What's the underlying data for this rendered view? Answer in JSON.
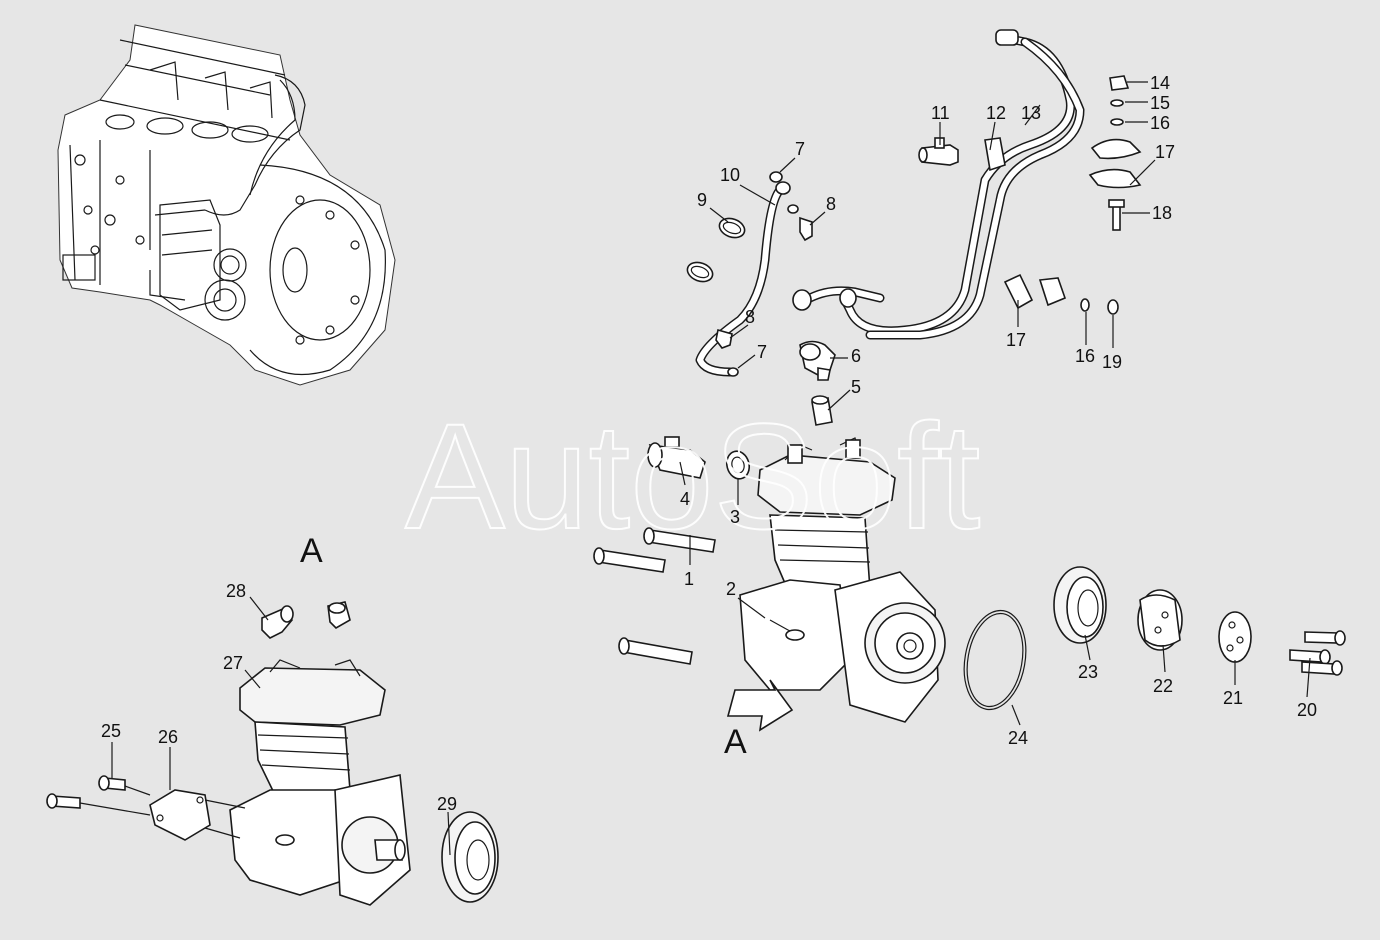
{
  "watermark": "AutoSoft",
  "view_markers": {
    "view_a_label": "A",
    "view_a_arrow_label": "A"
  },
  "callouts": [
    "1",
    "2",
    "3",
    "4",
    "5",
    "6",
    "7",
    "7",
    "8",
    "8",
    "9",
    "10",
    "11",
    "12",
    "13",
    "14",
    "15",
    "16",
    "16",
    "17",
    "17",
    "18",
    "19",
    "20",
    "21",
    "22",
    "23",
    "24",
    "25",
    "26",
    "27",
    "28",
    "29"
  ],
  "parts": {
    "p1": "1",
    "p2": "2",
    "p3": "3",
    "p4": "4",
    "p5": "5",
    "p6": "6",
    "p7a": "7",
    "p7b": "7",
    "p8a": "8",
    "p8b": "8",
    "p9": "9",
    "p10": "10",
    "p11": "11",
    "p12": "12",
    "p13": "13",
    "p14": "14",
    "p15": "15",
    "p16a": "16",
    "p16b": "16",
    "p17a": "17",
    "p17b": "17",
    "p18": "18",
    "p19": "19",
    "p20": "20",
    "p21": "21",
    "p22": "22",
    "p23": "23",
    "p24": "24",
    "p25": "25",
    "p26": "26",
    "p27": "27",
    "p28": "28",
    "p29": "29"
  },
  "colors": {
    "background": "#e6e6e6",
    "line": "#1a1a1a",
    "part_fill": "#ffffff"
  }
}
